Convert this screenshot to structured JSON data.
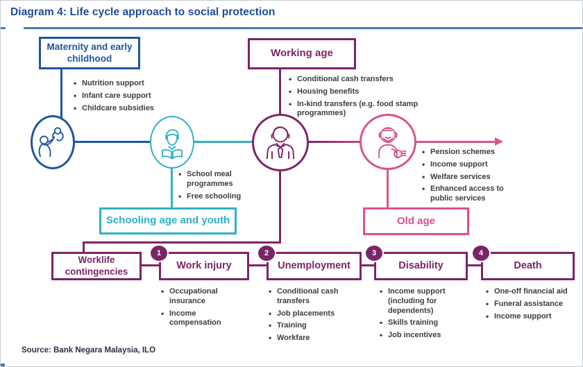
{
  "header": {
    "title": "Diagram 4: Life cycle approach to social protection"
  },
  "footer": {
    "source": "Source: Bank Negara Malaysia, ILO"
  },
  "colors": {
    "title_blue": "#1E4B9B",
    "rule_blue": "#4B79B3",
    "stage_blue": "#1D55A1",
    "stage_teal": "#2FB1C4",
    "stage_plum": "#7D2468",
    "stage_pink": "#D9528E",
    "badge_plum": "#7A2566",
    "bullet_text": "#3C3C3C"
  },
  "stages": {
    "maternity": {
      "label": "Maternity and early childhood",
      "icon": "mother-and-baby-icon",
      "bullets": [
        "Nutrition support",
        "Infant care support",
        "Childcare subsidies"
      ]
    },
    "schooling": {
      "label": "Schooling age and youth",
      "icon": "student-reading-book-icon",
      "bullets": [
        "School meal programmes",
        "Free schooling"
      ]
    },
    "working_age": {
      "label": "Working age",
      "icon": "working-man-tie-icon",
      "bullets": [
        "Conditional cash transfers",
        "Housing benefits",
        "In-kind transfers (e.g. food stamp programmes)"
      ]
    },
    "old_age": {
      "label": "Old age",
      "icon": "elderly-man-icon",
      "bullets": [
        "Pension schemes",
        "Income support",
        "Welfare services",
        "Enhanced access to public services"
      ]
    }
  },
  "contingencies": {
    "header_label": "Worklife contingencies",
    "items": [
      {
        "number": "1",
        "label": "Work injury",
        "bullets": [
          "Occupational insurance",
          "Income compensation"
        ]
      },
      {
        "number": "2",
        "label": "Unemployment",
        "bullets": [
          "Conditional cash transfers",
          "Job placements",
          "Training",
          "Workfare"
        ]
      },
      {
        "number": "3",
        "label": "Disability",
        "bullets": [
          "Income support (including for dependents)",
          "Skills training",
          "Job incentives"
        ]
      },
      {
        "number": "4",
        "label": "Death",
        "bullets": [
          "One-off financial aid",
          "Funeral assistance",
          "Income support"
        ]
      }
    ]
  }
}
